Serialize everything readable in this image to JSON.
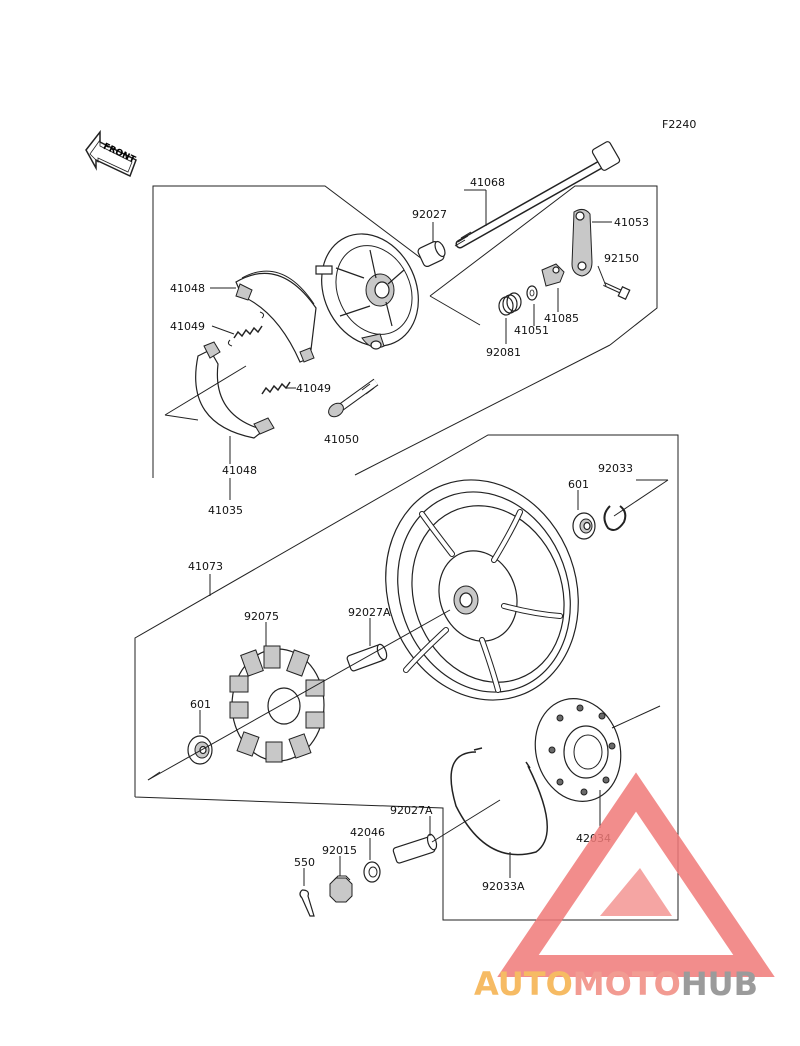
{
  "figure_code": "F2240",
  "front_label": "FRONT",
  "watermark": {
    "text_a": "AUTO",
    "text_b": "MOTO",
    "text_c": "HUB",
    "color_a": "#f5b04a",
    "color_b": "#f08a80",
    "color_c": "#8a8a8a",
    "triangle_color": "#f07a78"
  },
  "labels": {
    "p41068": "41068",
    "p92027": "92027",
    "p41053": "41053",
    "p92150": "92150",
    "p41048_top": "41048",
    "p41049_top": "41049",
    "p41049_bottom": "41049",
    "p41085": "41085",
    "p41051": "41051",
    "p92081": "92081",
    "p41050": "41050",
    "p41048_bottom": "41048",
    "p41035": "41035",
    "p92033": "92033",
    "p601_top": "601",
    "p41073": "41073",
    "p92075": "92075",
    "p92027A_top": "92027A",
    "p601_bottom": "601",
    "p92027A_bottom": "92027A",
    "p42046": "42046",
    "p92015": "92015",
    "p550": "550",
    "p92033A": "92033A",
    "p42034": "42034"
  }
}
